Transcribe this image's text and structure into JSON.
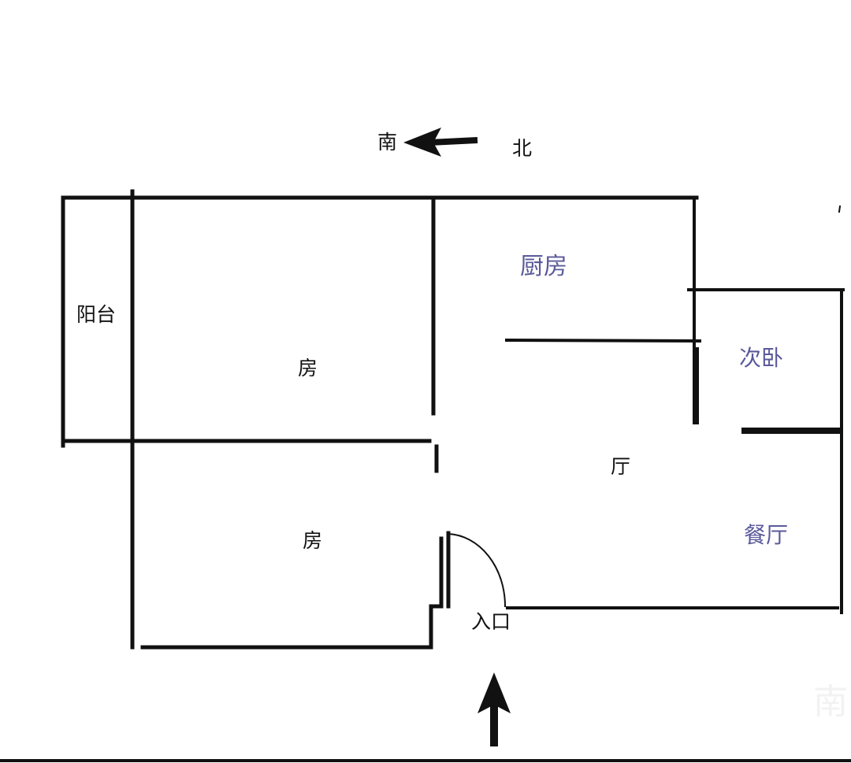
{
  "compass": {
    "south": "南",
    "north": "北"
  },
  "rooms": {
    "balcony": "阳台",
    "kitchen": "厨房",
    "bedroom_top": "房",
    "bedroom_bottom": "房",
    "second_bedroom": "次卧",
    "living_room": "厅",
    "dining_room": "餐厅",
    "entrance": "入口"
  },
  "watermark": "南",
  "colors": {
    "wall": "#111111",
    "label_dark": "#111111",
    "label_accent": "#5a5a9a"
  }
}
